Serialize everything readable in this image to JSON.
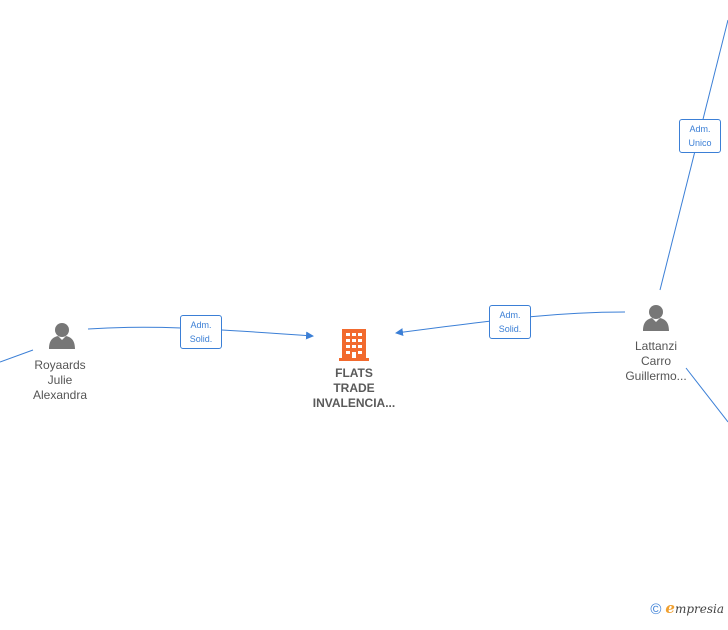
{
  "nodes": {
    "royaards": {
      "name_lines": [
        "Royaards",
        "Julie",
        "Alexandra"
      ]
    },
    "company": {
      "name_lines": [
        "FLATS",
        "TRADE",
        "INVALENCIA..."
      ]
    },
    "lattanzi": {
      "name_lines": [
        "Lattanzi",
        "Carro",
        "Guillermo..."
      ]
    }
  },
  "edges": {
    "royaards_company": {
      "label_lines": [
        "Adm.",
        "Solid."
      ]
    },
    "lattanzi_company": {
      "label_lines": [
        "Adm.",
        "Solid."
      ]
    },
    "lattanzi_top": {
      "label_lines": [
        "Adm.",
        "Unico"
      ]
    }
  },
  "brand": {
    "copyright": "©",
    "e": "e",
    "rest": "mpresia"
  },
  "colors": {
    "edge": "#3b7fd6",
    "person": "#777777",
    "company": "#f26a2e"
  },
  "icons": {
    "person": "person-icon",
    "company": "building-icon"
  }
}
